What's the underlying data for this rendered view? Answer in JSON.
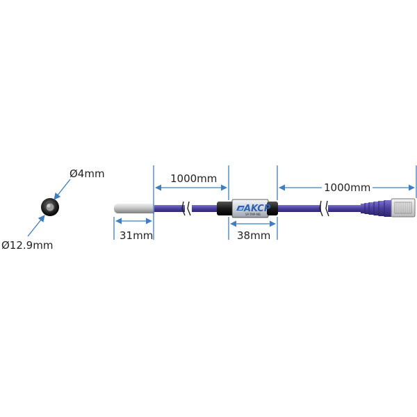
{
  "colors": {
    "cable": "#4a3f9c",
    "cable_light": "#6c62c4",
    "dimension": "#3f7fbf",
    "probe_metal": "#c8c8c8",
    "module_body": "#1c1c1c",
    "label_bg": "#d8dde3",
    "brand": "#2e62b0",
    "text": "#222222"
  },
  "end_view": {
    "inner_diameter": "Ø4mm",
    "outer_diameter": "Ø12.9mm"
  },
  "dimensions": {
    "probe_length": "31mm",
    "cable_1_length": "1000mm",
    "module_length": "38mm",
    "cable_2_length": "1000mm"
  },
  "module_label": {
    "brand": "AKCP",
    "small_print": "SP-TMP-MB"
  },
  "icons": {
    "break": "cable-break-icon",
    "connector": "rj45-connector-icon"
  }
}
